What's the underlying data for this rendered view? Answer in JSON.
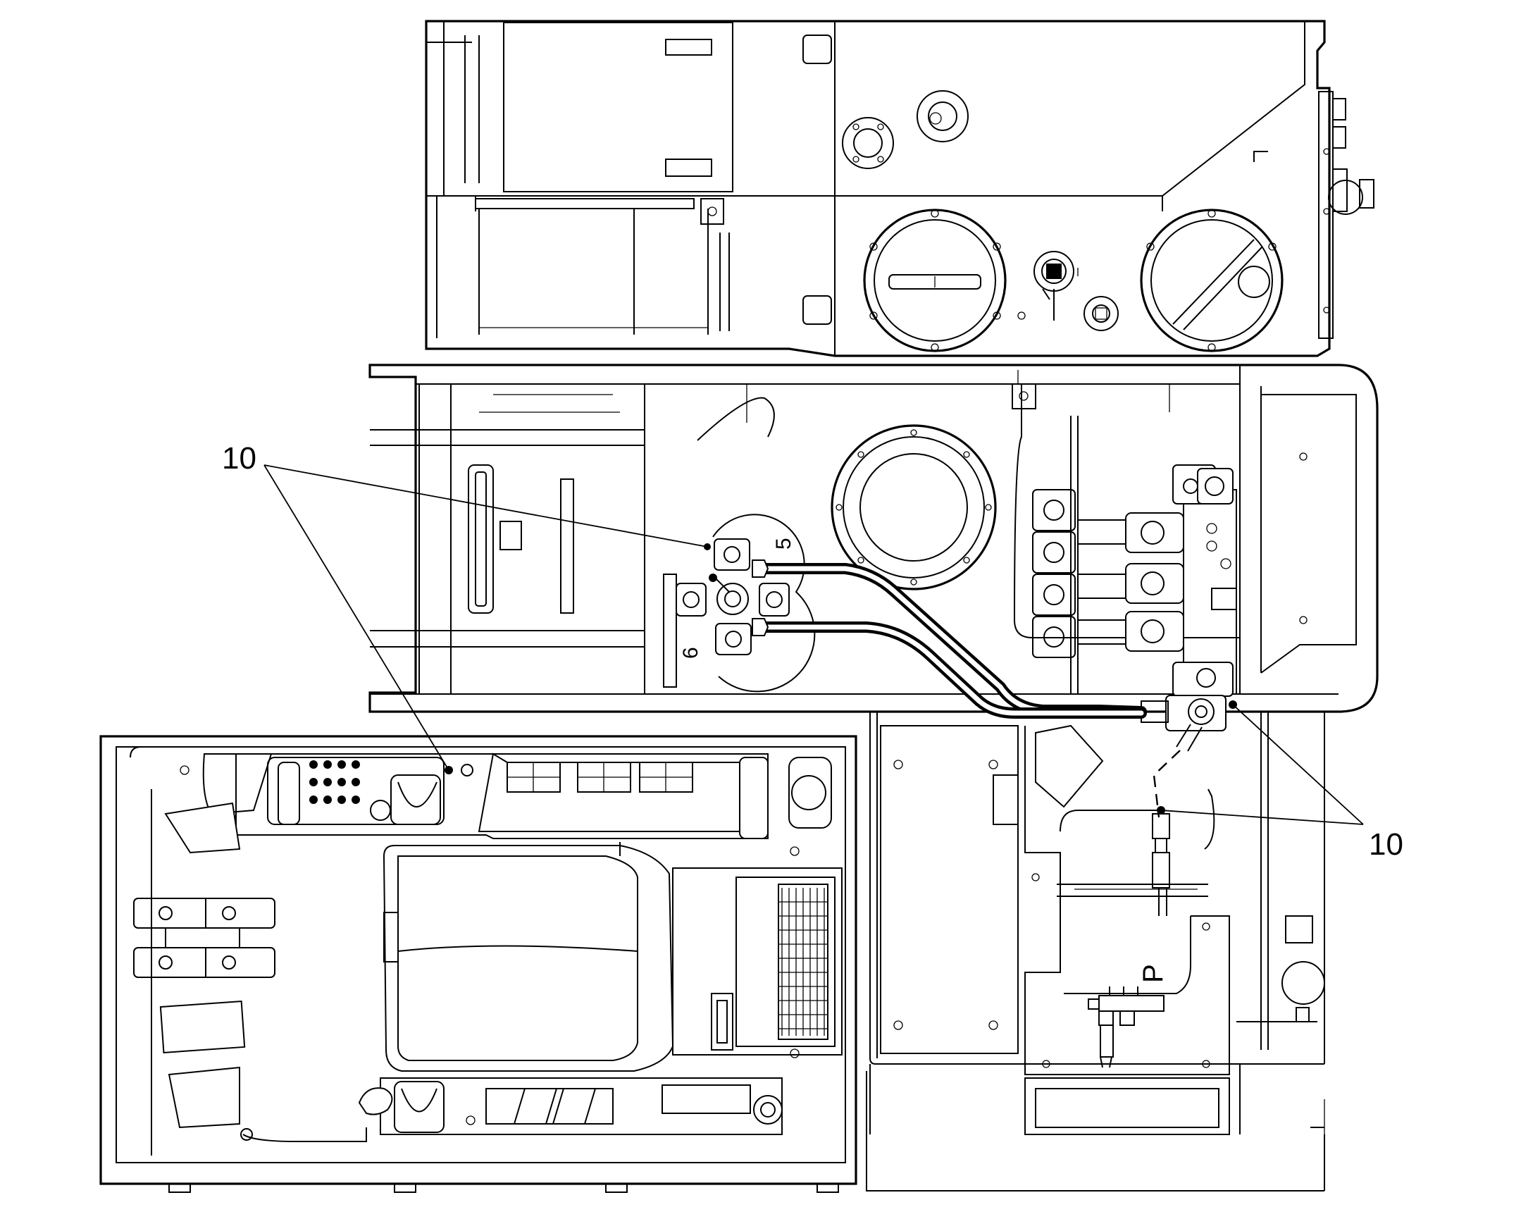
{
  "figure": {
    "callouts": [
      {
        "label": "10"
      },
      {
        "label": "10"
      }
    ],
    "port_marks": [
      {
        "label": "5"
      },
      {
        "label": "6"
      },
      {
        "label": "P"
      }
    ],
    "colors": {
      "line": "#000000",
      "background": "#ffffff"
    }
  }
}
